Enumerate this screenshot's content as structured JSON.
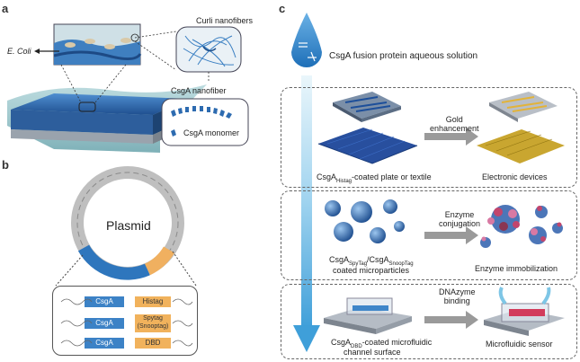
{
  "panels": {
    "a": "a",
    "b": "b",
    "c": "c"
  },
  "panel_a": {
    "ecoli": "E. Coli",
    "curli": "Curli nanofibers",
    "csga_fiber": "CsgA nanofiber",
    "csga_monomer": "CsgA monomer"
  },
  "panel_b": {
    "plasmid": "Plasmid",
    "genes": [
      {
        "left": "CsgA",
        "right": "Histag"
      },
      {
        "left": "CsgA",
        "right": "Spytag\n(Snooptag)"
      },
      {
        "left": "CsgA",
        "right": "DBD"
      }
    ]
  },
  "panel_c": {
    "solution": "CsgA fusion protein aqueous solution",
    "row1": {
      "arrow": "Gold\nenhancement",
      "left_main": "CsgA",
      "left_sub": "Histag",
      "left_rest": "-coated plate or textile",
      "right": "Electronic devices"
    },
    "row2": {
      "arrow": "Enzyme\nconjugation",
      "left_a": "CsgA",
      "left_a_sub": "SpyTag",
      "left_slash": "/CsgA",
      "left_b_sub": "SnoopTag",
      "left_line2": "coated microparticles",
      "right": "Enzyme immobilization"
    },
    "row3": {
      "arrow": "DNAzyme\nbinding",
      "left_main": "CsgA",
      "left_sub": "DBD",
      "left_rest": "-coated microfluidic",
      "left_line2": "channel surface",
      "right": "Microfluidic sensor"
    }
  }
}
